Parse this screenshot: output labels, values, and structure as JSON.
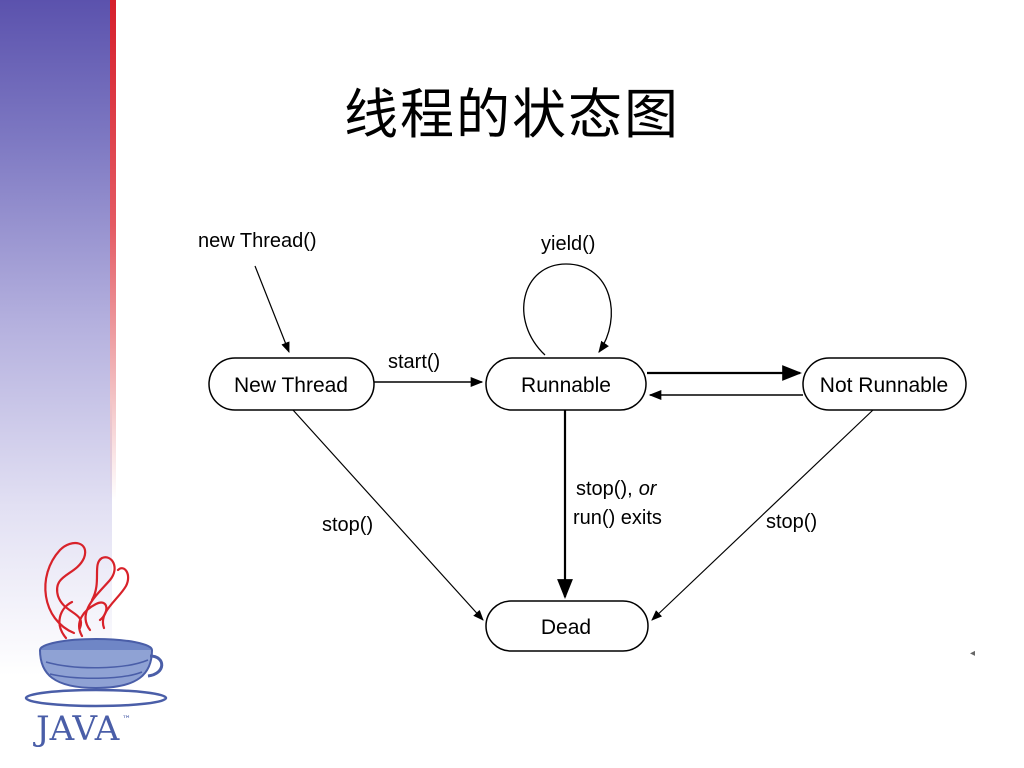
{
  "slide": {
    "title": "线程的状态图"
  },
  "diagram": {
    "nodes": {
      "new_thread": "New Thread",
      "runnable": "Runnable",
      "not_runnable": "Not Runnable",
      "dead": "Dead"
    },
    "edges": {
      "new": "new Thread()",
      "start": "start()",
      "yield": "yield()",
      "stop_or_prefix": "stop(),",
      "stop_or_suffix": "or",
      "run_exits": "run() exits",
      "stop_left": "stop()",
      "stop_right": "stop()"
    }
  },
  "logo": {
    "text": "JAVA",
    "tm": "™"
  },
  "colors": {
    "band_top": "#5b52ad",
    "accent_red": "#d61f2c",
    "logo_blue": "#4a5ea8"
  }
}
